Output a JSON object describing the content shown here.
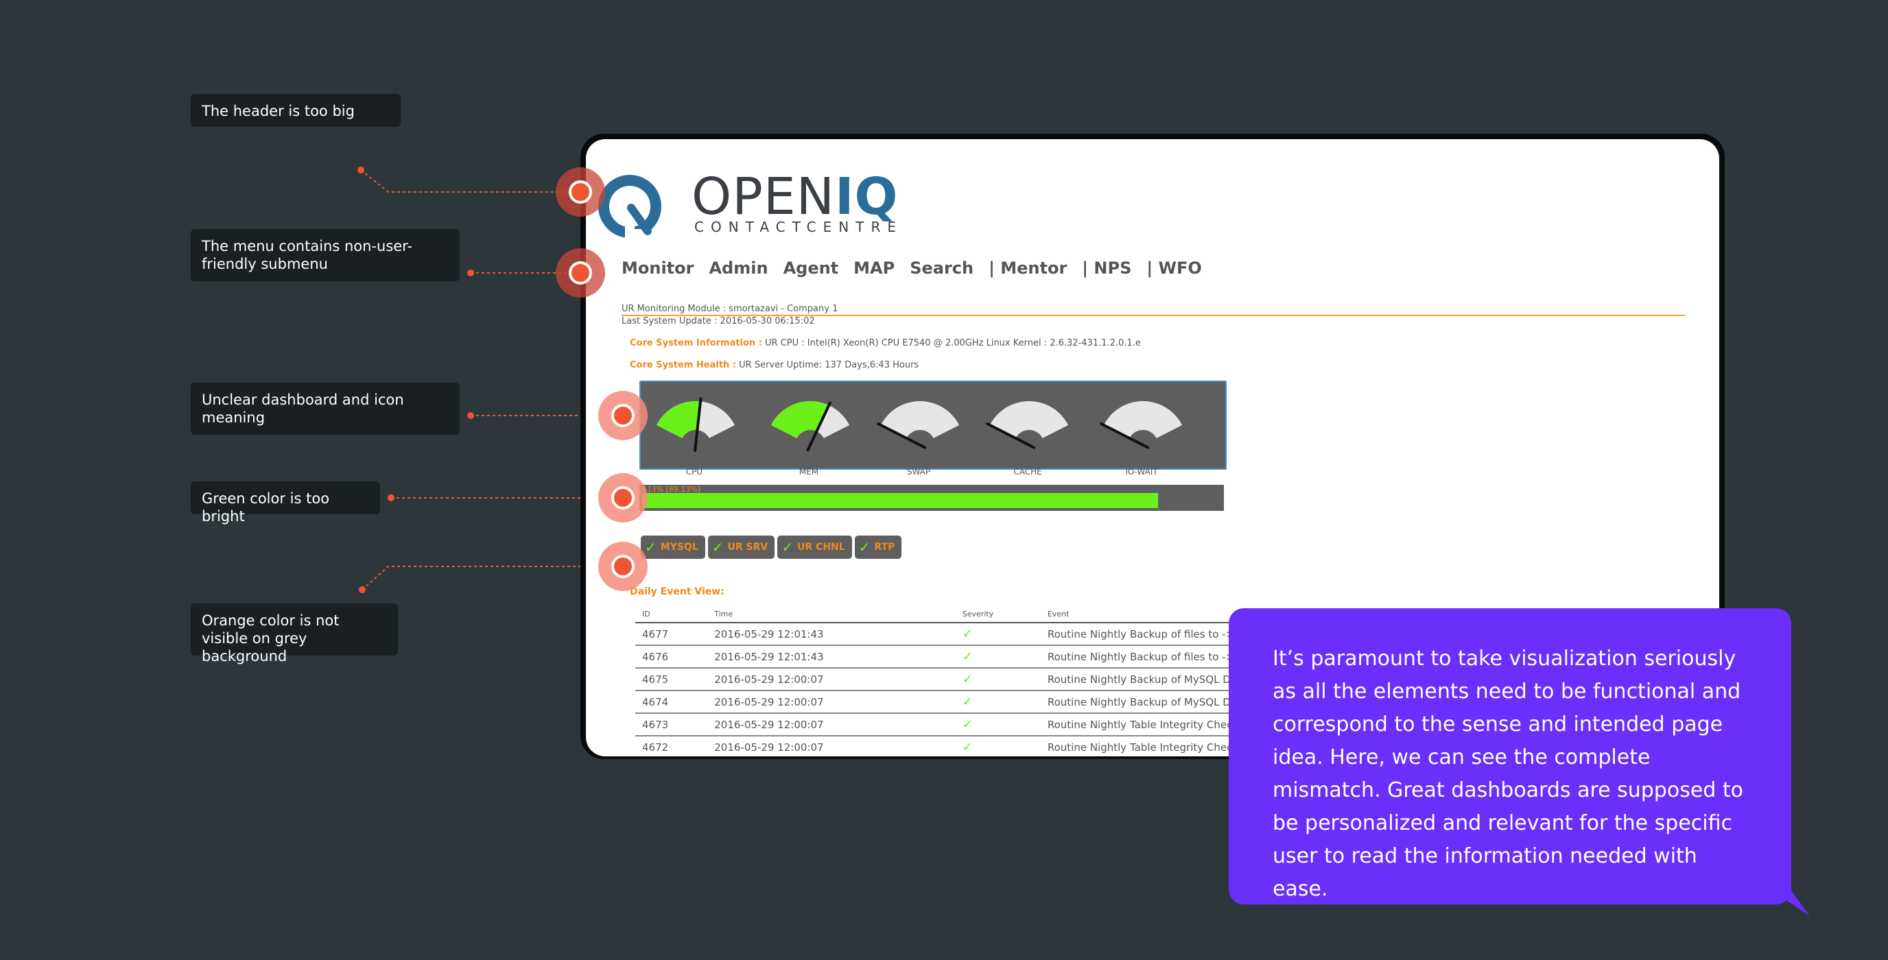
{
  "annotations": [
    {
      "id": "header",
      "text": "The header is too big"
    },
    {
      "id": "menu",
      "text": "The menu contains non-user-friendly submenu"
    },
    {
      "id": "dashboard",
      "text": "Unclear dashboard and icon meaning"
    },
    {
      "id": "green",
      "text": "Green color is too bright"
    },
    {
      "id": "orange",
      "text": "Orange color is not visible on grey background"
    }
  ],
  "callout": "It’s paramount to take visualization seriously as all the elements need to be functional and correspond to the sense and intended page idea. Here, we can see the complete mismatch. Great dashboards are supposed to be personalized and relevant for the specific user to read the information needed with ease.",
  "colors": {
    "background": "#2d363b",
    "accent": "#ef5533",
    "callout": "#6a2ffa",
    "green": "#6cf01a",
    "orange": "#ef8a1c",
    "logo_blue": "#2b6d98"
  },
  "app": {
    "logo": {
      "primary_open": "OPEN",
      "primary_iq": "IQ",
      "secondary": "CONTACTCENTRE"
    },
    "menu": [
      "Monitor",
      "Admin",
      "Agent",
      "MAP",
      "Search",
      "| Mentor",
      "| NPS",
      "| WFO"
    ],
    "module_line": "UR Monitoring Module : smortazavi - Company 1",
    "last_update": "Last System Update : 2016-05-30 06:15:02",
    "core_info_label": "Core System Information :",
    "core_info_value": "UR CPU : Intel(R) Xeon(R) CPU E7540 @ 2.00GHz Linux Kernel : 2.6.32-431.1.2.0.1.e",
    "core_health_label": "Core System Health :",
    "core_health_value": "UR Server Uptime: 137 Days,6:43 Hours",
    "gauges": [
      {
        "label": "CPU",
        "level": 0.55
      },
      {
        "label": "MEM",
        "level": 0.7
      },
      {
        "label": "SWAP",
        "level": 0.0
      },
      {
        "label": "CACHE",
        "level": 0.0
      },
      {
        "label": "IO-WAIT",
        "level": 0.0
      }
    ],
    "disk": {
      "text": "/ [3% [89.13%]",
      "percent": 89.13
    },
    "services": [
      "MYSQL",
      "UR SRV",
      "UR CHNL",
      "RTP"
    ],
    "event_title": "Daily Event View:",
    "event_headers": [
      "ID",
      "Time",
      "Severity",
      "Event"
    ],
    "events": [
      {
        "id": "4677",
        "time": "2016-05-29 12:01:43",
        "sev": "✓",
        "event": "Routine Nightly Backup of files to -> /r"
      },
      {
        "id": "4676",
        "time": "2016-05-29 12:01:43",
        "sev": "✓",
        "event": "Routine Nightly Backup of files to -> /r"
      },
      {
        "id": "4675",
        "time": "2016-05-29 12:00:07",
        "sev": "✓",
        "event": "Routine Nightly Backup of MySQL DB -"
      },
      {
        "id": "4674",
        "time": "2016-05-29 12:00:07",
        "sev": "✓",
        "event": "Routine Nightly Backup of MySQL DB -"
      },
      {
        "id": "4673",
        "time": "2016-05-29 12:00:07",
        "sev": "✓",
        "event": "Routine Nightly Table Integrity Check r"
      },
      {
        "id": "4672",
        "time": "2016-05-29 12:00:07",
        "sev": "✓",
        "event": "Routine Nightly Table Integrity Check r"
      }
    ]
  }
}
